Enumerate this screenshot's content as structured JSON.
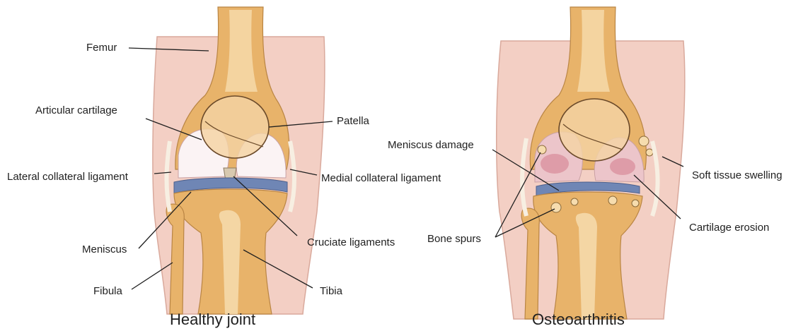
{
  "healthy": {
    "caption": "Healthy joint",
    "labels": {
      "femur": "Femur",
      "articular_cartilage": "Articular cartilage",
      "patella": "Patella",
      "lateral_collateral_ligament": "Lateral collateral ligament",
      "medial_collateral_ligament": "Medial collateral ligament",
      "meniscus": "Meniscus",
      "cruciate_ligaments": "Cruciate ligaments",
      "fibula": "Fibula",
      "tibia": "Tibia"
    }
  },
  "osteoarthritis": {
    "caption": "Osteoarthritis",
    "labels": {
      "meniscus_damage": "Meniscus damage",
      "soft_tissue_swelling": "Soft tissue swelling",
      "bone_spurs": "Bone spurs",
      "cartilage_erosion": "Cartilage erosion"
    }
  },
  "colors": {
    "skin": "#f3cfc4",
    "bone": "#e8b36a",
    "bone_light": "#f6dcae",
    "cartilage": "#fbf3f4",
    "meniscus": "#6f86b5",
    "inflamed": "#d98e9c"
  }
}
